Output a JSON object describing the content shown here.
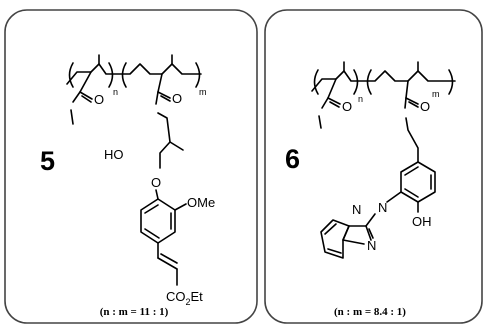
{
  "panels": [
    {
      "compound_number": "5",
      "ratio": "(n : m = 11 : 1)",
      "atoms": {
        "carbonyl_o_1": "O",
        "repeat_n": "n",
        "carbonyl_o_2": "O",
        "repeat_m": "m",
        "hydroxy": "HO",
        "ether_o": "O",
        "methoxy": "OMe",
        "ester_prefix": "CO",
        "ester_sub": "2",
        "ester_suffix": "Et"
      }
    },
    {
      "compound_number": "6",
      "ratio": "(n : m = 8.4 : 1)",
      "atoms": {
        "carbonyl_o_1": "O",
        "repeat_n": "n",
        "carbonyl_o_2": "O",
        "repeat_m": "m",
        "triazole_n1": "N",
        "triazole_n2": "N",
        "triazole_n3": "N",
        "hydroxy": "OH"
      }
    }
  ]
}
